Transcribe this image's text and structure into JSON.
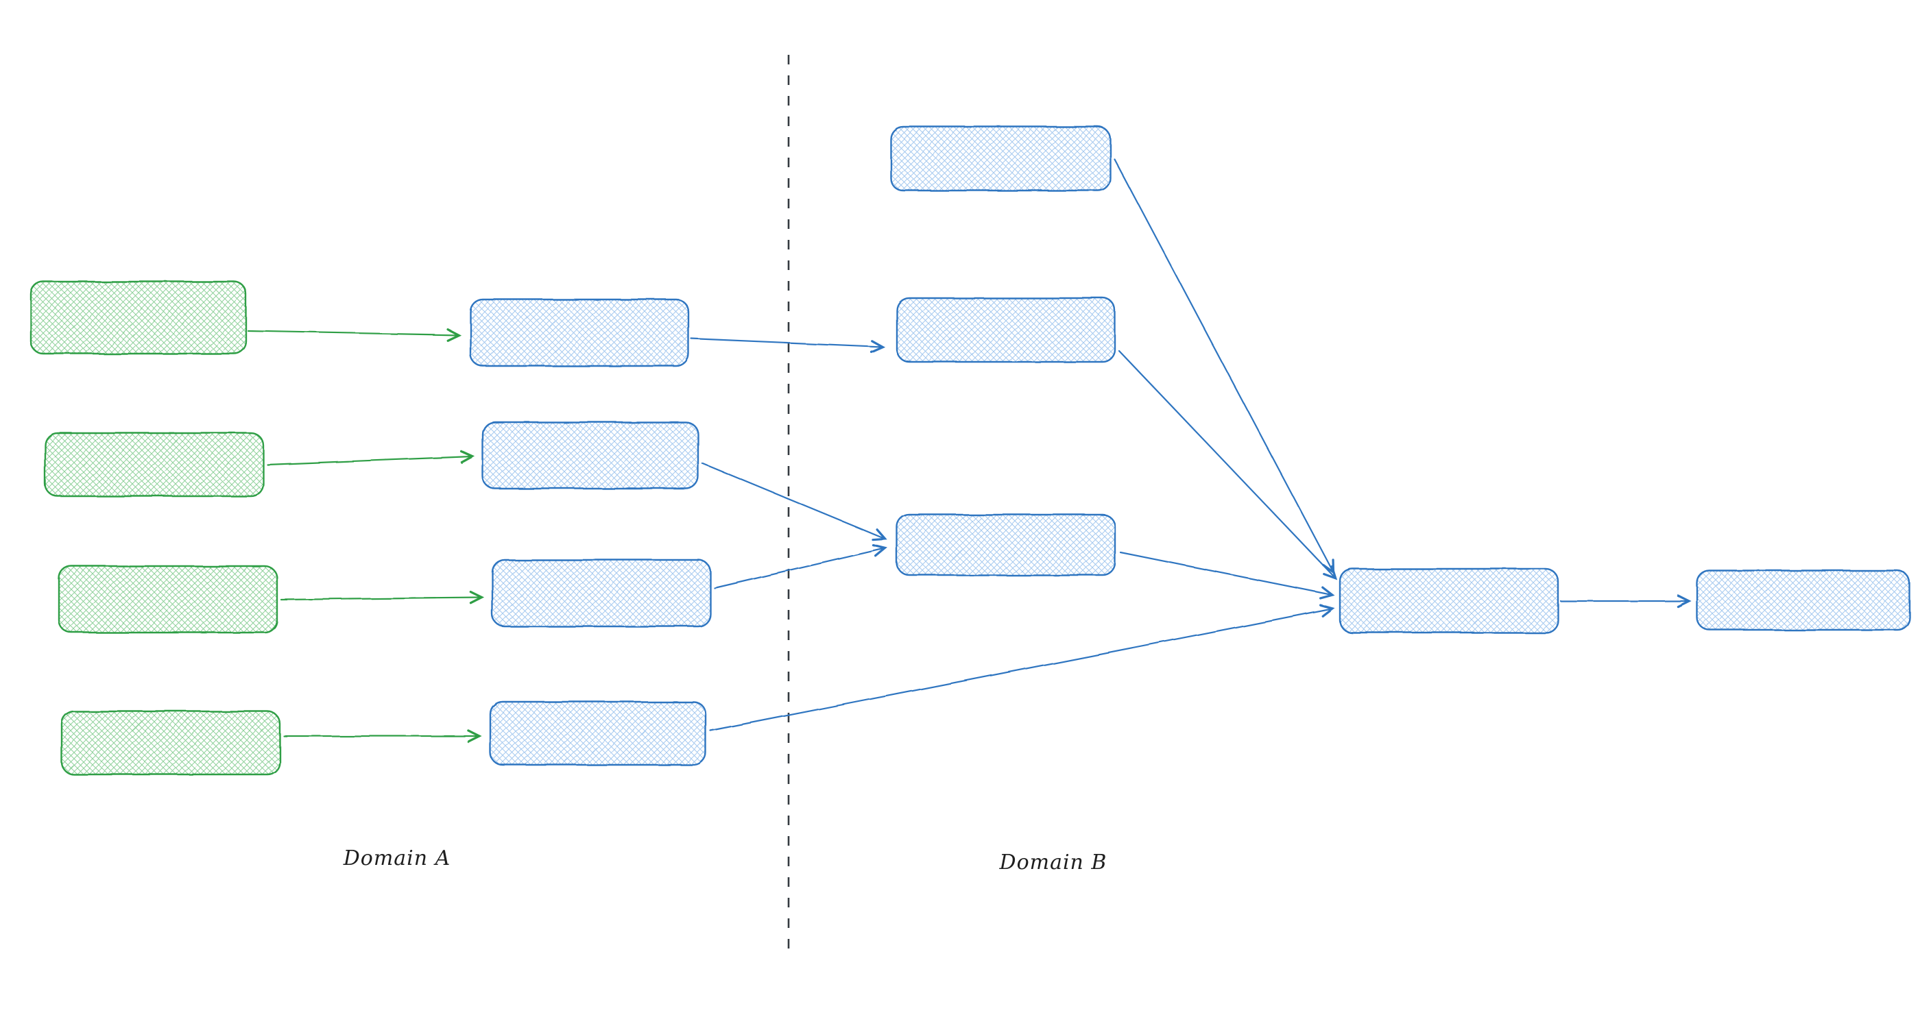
{
  "diagram": {
    "labels": {
      "domain_a": "Domain A",
      "domain_b": "Domain B"
    },
    "colors": {
      "green_stroke": "#2f9e44",
      "green_fill": "#8fd19b",
      "blue_stroke": "#2f74c0",
      "blue_fill": "#a5c9ef",
      "divider": "#343a40",
      "label_text": "#1e1e1e"
    },
    "nodes": [
      {
        "id": "source-a-1",
        "domain": "A",
        "color": "green",
        "label": ""
      },
      {
        "id": "source-a-2",
        "domain": "A",
        "color": "green",
        "label": ""
      },
      {
        "id": "source-a-3",
        "domain": "A",
        "color": "green",
        "label": ""
      },
      {
        "id": "source-a-4",
        "domain": "A",
        "color": "green",
        "label": ""
      },
      {
        "id": "stage-a-1",
        "domain": "A",
        "color": "blue",
        "label": ""
      },
      {
        "id": "stage-a-2",
        "domain": "A",
        "color": "blue",
        "label": ""
      },
      {
        "id": "stage-a-3",
        "domain": "A",
        "color": "blue",
        "label": ""
      },
      {
        "id": "stage-a-4",
        "domain": "A",
        "color": "blue",
        "label": ""
      },
      {
        "id": "stage-b-1",
        "domain": "B",
        "color": "blue",
        "label": ""
      },
      {
        "id": "stage-b-2",
        "domain": "B",
        "color": "blue",
        "label": ""
      },
      {
        "id": "stage-b-3",
        "domain": "B",
        "color": "blue",
        "label": ""
      },
      {
        "id": "merge-b",
        "domain": "B",
        "color": "blue",
        "label": ""
      },
      {
        "id": "output-b",
        "domain": "B",
        "color": "blue",
        "label": ""
      }
    ],
    "edges": [
      {
        "from": "source-a-1",
        "to": "stage-a-1",
        "color": "green"
      },
      {
        "from": "source-a-2",
        "to": "stage-a-2",
        "color": "green"
      },
      {
        "from": "source-a-3",
        "to": "stage-a-3",
        "color": "green"
      },
      {
        "from": "source-a-4",
        "to": "stage-a-4",
        "color": "green"
      },
      {
        "from": "stage-a-1",
        "to": "stage-b-2",
        "color": "blue"
      },
      {
        "from": "stage-a-2",
        "to": "stage-b-3",
        "color": "blue"
      },
      {
        "from": "stage-a-3",
        "to": "stage-b-3",
        "color": "blue"
      },
      {
        "from": "stage-a-4",
        "to": "merge-b",
        "color": "blue"
      },
      {
        "from": "stage-b-1",
        "to": "merge-b",
        "color": "blue"
      },
      {
        "from": "stage-b-2",
        "to": "merge-b",
        "color": "blue"
      },
      {
        "from": "stage-b-3",
        "to": "merge-b",
        "color": "blue"
      },
      {
        "from": "merge-b",
        "to": "output-b",
        "color": "blue"
      }
    ]
  }
}
